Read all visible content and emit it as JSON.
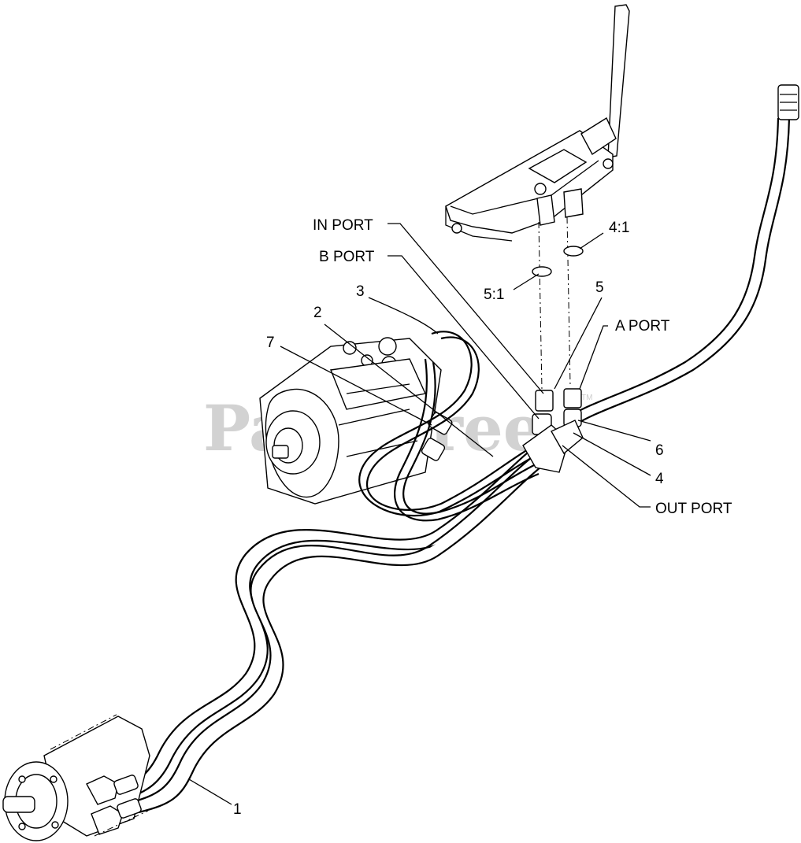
{
  "watermark": "PartsTree",
  "watermark_tm": "TM",
  "callouts": {
    "in_port": "IN PORT",
    "b_port": "B PORT",
    "a_port": "A PORT",
    "out_port": "OUT PORT",
    "c_3": "3",
    "c_2": "2",
    "c_7": "7",
    "c_5": "5",
    "c_5_1": "5:1",
    "c_4_1": "4:1",
    "c_6": "6",
    "c_4": "4",
    "c_1": "1"
  }
}
